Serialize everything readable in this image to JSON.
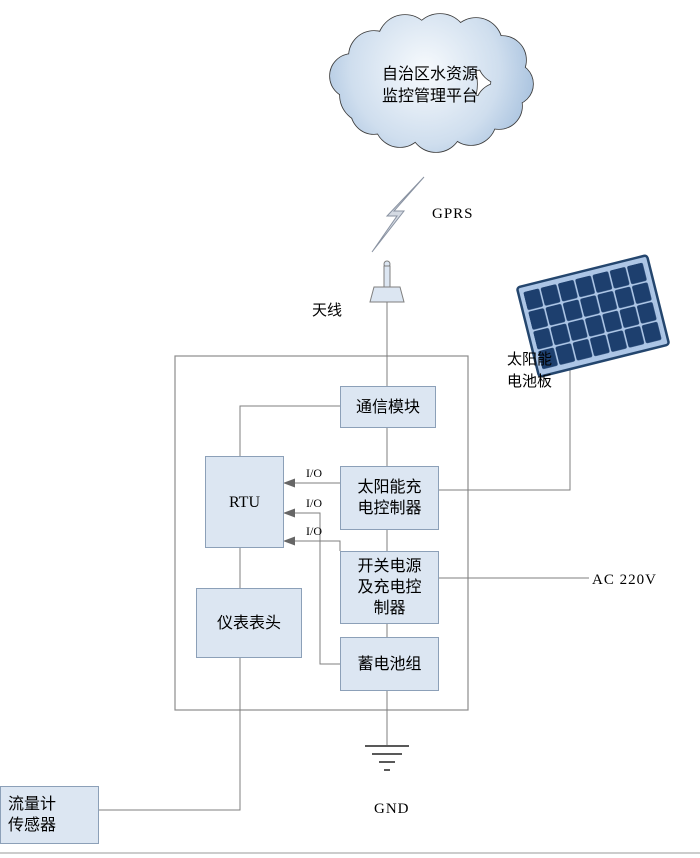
{
  "cloud": {
    "label": "自治区水资源\n监控管理平台"
  },
  "network": {
    "gprs": "GPRS",
    "antenna": "天线"
  },
  "power": {
    "solar_panel": "太阳能\n电池板",
    "ac": "AC 220V",
    "ground": "GND"
  },
  "boxes": {
    "comm_module": "通信模块",
    "rtu": "RTU",
    "solar_controller": "太阳能充\n电控制器",
    "switch_power": "开关电源\n及充电控\n制器",
    "battery": "蓄电池组",
    "meter": "仪表表头",
    "flow_sensor": "流量计\n传感器"
  },
  "io": {
    "io1": "I/O",
    "io2": "I/O",
    "io3": "I/O"
  },
  "colors": {
    "box_fill": "#dce6f2",
    "box_border": "#8ca0b8",
    "connector_line": "#7f7f7f",
    "cloud_fill": "#c4d6ea",
    "cloud_stroke": "#3a3a3a",
    "panel_cell": "#1d3f6e",
    "panel_background": "#adc6e6"
  }
}
